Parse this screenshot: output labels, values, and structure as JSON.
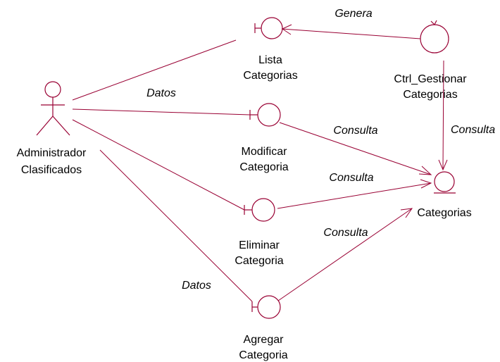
{
  "diagram": {
    "actor": {
      "line1": "Administrador",
      "line2": "Clasificados"
    },
    "boundaries": {
      "lista": {
        "line1": "Lista",
        "line2": "Categorias"
      },
      "modificar": {
        "line1": "Modificar",
        "line2": "Categoria"
      },
      "eliminar": {
        "line1": "Eliminar",
        "line2": "Categoria"
      },
      "agregar": {
        "line1": "Agregar",
        "line2": "Categoria"
      }
    },
    "control": {
      "line1": "Ctrl_Gestionar",
      "line2": "Categorias"
    },
    "entity": {
      "label": "Categorias"
    },
    "edge_labels": {
      "genera": "Genera",
      "datos_modificar": "Datos",
      "datos_agregar": "Datos",
      "consulta_ctrl": "Consulta",
      "consulta_modificar": "Consulta",
      "consulta_eliminar": "Consulta",
      "consulta_agregar": "Consulta"
    },
    "colors": {
      "stroke": "#990033",
      "text": "#000000",
      "background": "#ffffff"
    }
  }
}
